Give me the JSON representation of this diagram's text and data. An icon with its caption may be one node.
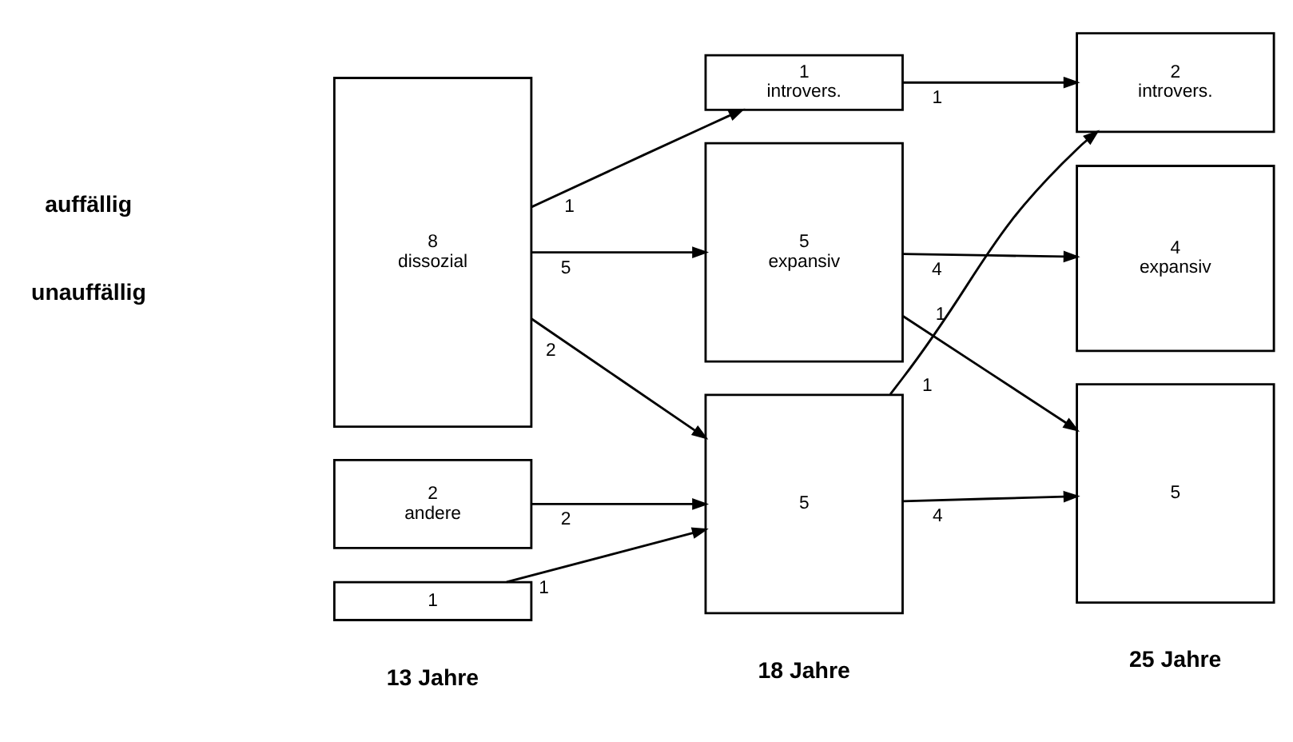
{
  "diagram": {
    "nodes": [
      {
        "text": [
          "8",
          "dissozial"
        ]
      },
      {
        "text": [
          "2",
          "andere"
        ]
      },
      {
        "text": [
          "1"
        ]
      },
      {
        "text": [
          "1",
          "introvers."
        ]
      },
      {
        "text": [
          "5",
          "expansiv"
        ]
      },
      {
        "text": [
          "5"
        ]
      },
      {
        "text": [
          "2",
          "introvers."
        ]
      },
      {
        "text": [
          "4",
          "expansiv"
        ]
      },
      {
        "text": [
          "5"
        ]
      }
    ],
    "edges": [
      {
        "from": 0,
        "to": 3,
        "arrow": "to",
        "label": "1"
      },
      {
        "from": 0,
        "to": 4,
        "arrow": "to",
        "label": "5"
      },
      {
        "from": 0,
        "to": 5,
        "arrow": "to",
        "label": "2"
      },
      {
        "from": 1,
        "to": 5,
        "arrow": "to",
        "label": "2"
      },
      {
        "from": 2,
        "to": 5,
        "arrow": "to",
        "label": "1"
      },
      {
        "from": 3,
        "to": 6,
        "arrow": "to",
        "label": "1"
      },
      {
        "from": 4,
        "to": 7,
        "arrow": "to",
        "label": "4"
      },
      {
        "from": 4,
        "to": 8,
        "arrow": "to",
        "label": "1"
      },
      {
        "from": 5,
        "to": 6,
        "arrow": "to",
        "label": "1"
      },
      {
        "from": 5,
        "to": 8,
        "arrow": "to",
        "label": "4"
      }
    ],
    "labels": [
      "auffällig",
      "unauffällig",
      "13 Jahre",
      "18 Jahre",
      "25 Jahre"
    ]
  }
}
